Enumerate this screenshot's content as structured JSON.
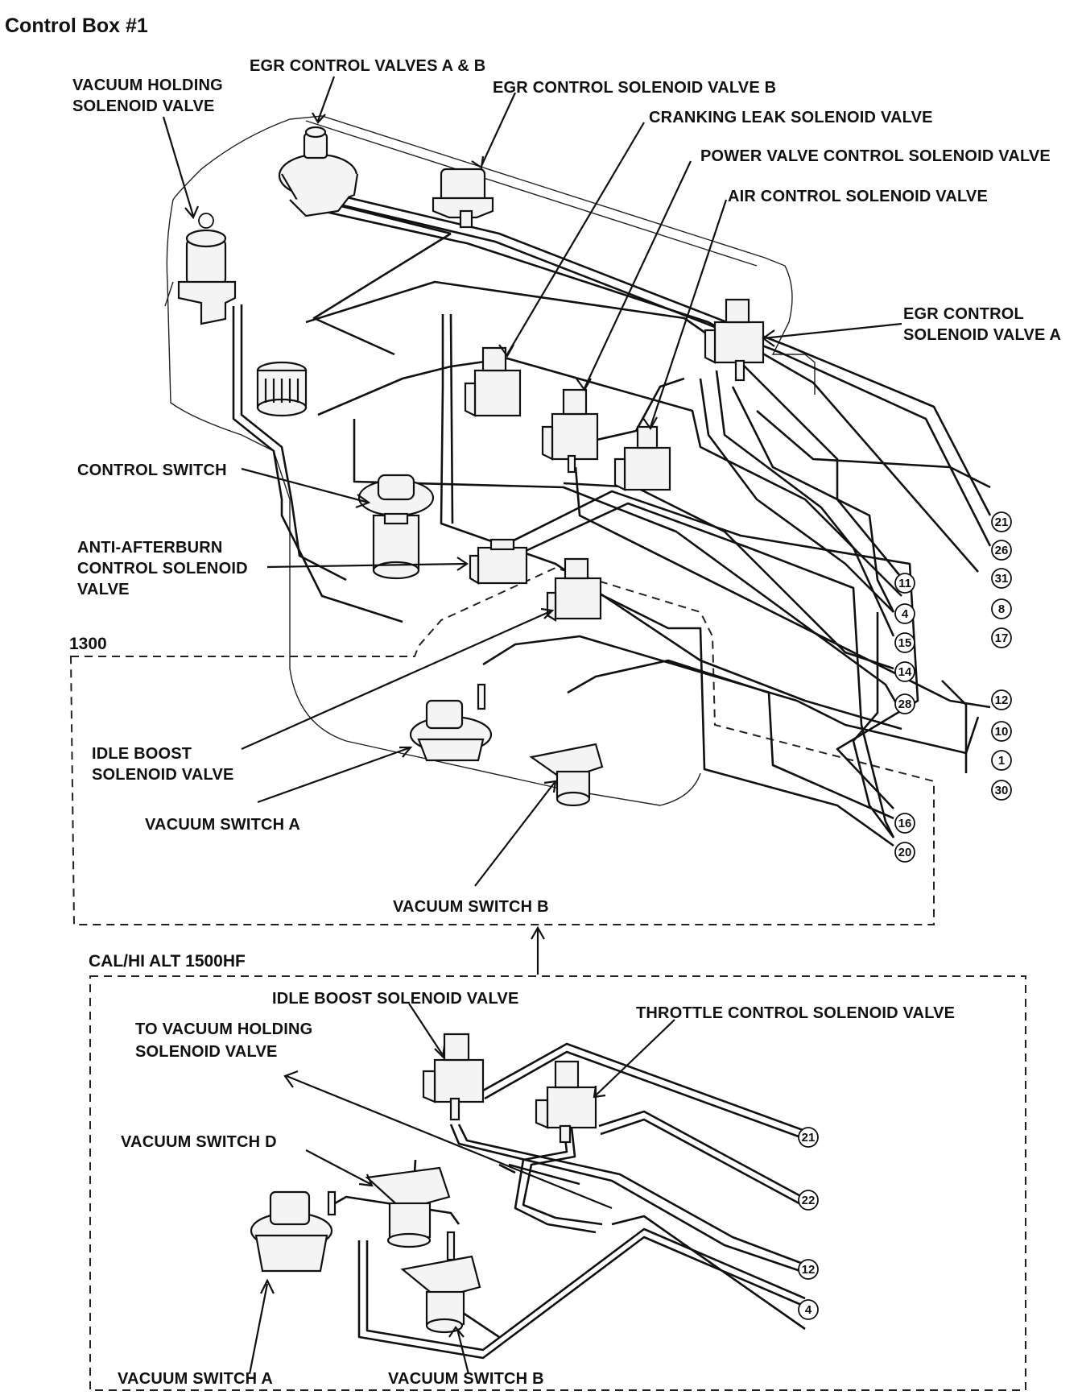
{
  "title": "Control Box #1",
  "sections": {
    "model_1300": "1300",
    "model_cal": "CAL/HI ALT 1500HF"
  },
  "labels": {
    "vacuum_holding_l1": "VACUUM HOLDING",
    "vacuum_holding_l2": "SOLENOID VALVE",
    "egr_valves_ab": "EGR CONTROL VALVES A & B",
    "egr_solenoid_b": "EGR CONTROL SOLENOID VALVE B",
    "cranking_leak": "CRANKING LEAK SOLENOID VALVE",
    "power_valve": "POWER VALVE CONTROL SOLENOID VALVE",
    "air_control": "AIR CONTROL SOLENOID VALVE",
    "egr_solenoid_a_l1": "EGR CONTROL",
    "egr_solenoid_a_l2": "SOLENOID VALVE A",
    "control_switch": "CONTROL SWITCH",
    "anti_afterburn_l1": "ANTI-AFTERBURN",
    "anti_afterburn_l2": "CONTROL SOLENOID",
    "anti_afterburn_l3": "VALVE",
    "idle_boost_l1": "IDLE BOOST",
    "idle_boost_l2": "SOLENOID VALVE",
    "vacuum_switch_a": "VACUUM SWITCH A",
    "vacuum_switch_b": "VACUUM SWITCH B",
    "cal_idle_boost": "IDLE BOOST SOLENOID VALVE",
    "cal_to_vacuum_l1": "TO VACUUM HOLDING",
    "cal_to_vacuum_l2": "SOLENOID VALVE",
    "cal_throttle": "THROTTLE CONTROL SOLENOID VALVE",
    "cal_vacuum_switch_d": "VACUUM SWITCH D",
    "cal_vacuum_switch_a": "VACUUM SWITCH A",
    "cal_vacuum_switch_b": "VACUUM SWITCH B"
  },
  "hose_numbers_upper": [
    "21",
    "26",
    "31",
    "11",
    "8",
    "4",
    "17",
    "15",
    "14",
    "12",
    "28",
    "10",
    "1",
    "30",
    "16",
    "20"
  ],
  "hose_numbers_lower": [
    "21",
    "22",
    "12",
    "4"
  ]
}
